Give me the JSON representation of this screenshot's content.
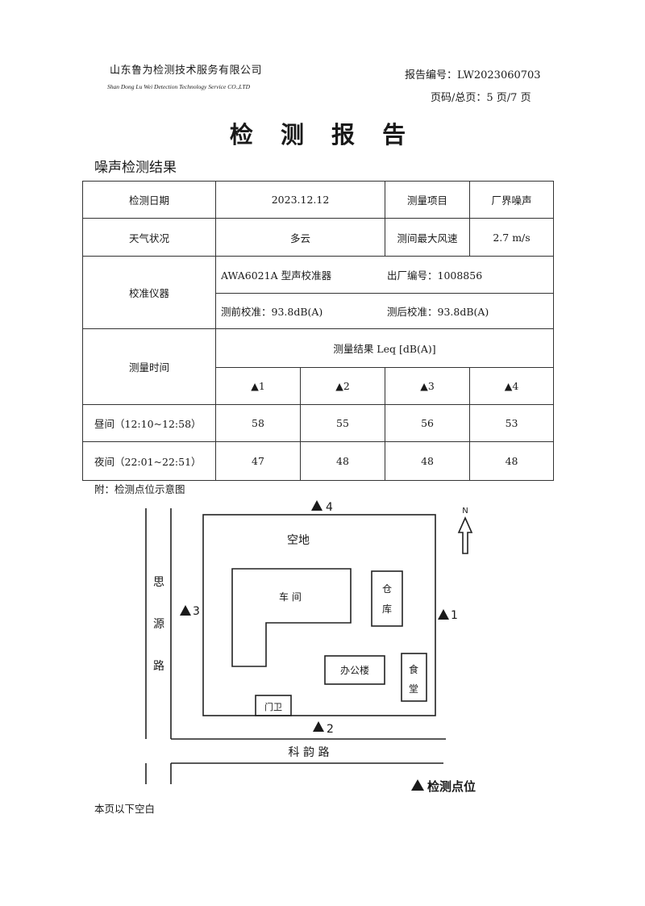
{
  "header": {
    "company_cn": "山东鲁为检测技术服务有限公司",
    "company_en": "Shan Dong Lu Wei Detection Technology Service CO.,LTD",
    "report_no": "报告编号：LW2023060703",
    "page_no": "页码/总页：5 页/7 页"
  },
  "title": "检 测 报 告",
  "section_title": "噪声检测结果",
  "table": {
    "date_label": "检测日期",
    "date_value": "2023.12.12",
    "item_label": "测量项目",
    "item_value": "厂界噪声",
    "weather_label": "天气状况",
    "weather_value": "多云",
    "wind_label": "测间最大风速",
    "wind_value": "2.7 m/s",
    "calib_label": "校准仪器",
    "calib_device": "AWA6021A  型声校准器",
    "calib_serial": "出厂编号：1008856",
    "calib_before": "测前校准：93.8dB(A)",
    "calib_after": "测后校准：93.8dB(A)",
    "time_label": "测量时间",
    "result_header": "测量结果 Leq [dB(A)]",
    "points": [
      "▲1",
      "▲2",
      "▲3",
      "▲4"
    ],
    "rows": [
      {
        "time": "昼间（12:10~12:58）",
        "values": [
          "58",
          "55",
          "56",
          "53"
        ]
      },
      {
        "time": "夜间（22:01~22:51）",
        "values": [
          "47",
          "48",
          "48",
          "48"
        ]
      }
    ]
  },
  "note": "附：检测点位示意图",
  "map": {
    "road_west": [
      "思",
      "源",
      "路"
    ],
    "road_south": "科   韵   路",
    "open_space": "空地",
    "workshop": "车  间",
    "warehouse": [
      "仓",
      "库"
    ],
    "office": "办公楼",
    "canteen": [
      "食",
      "堂"
    ],
    "gate": "门卫",
    "p1": "1",
    "p2": "2",
    "p3": "3",
    "p4": "4",
    "north": "N",
    "legend": "检测点位"
  },
  "footer": "本页以下空白"
}
